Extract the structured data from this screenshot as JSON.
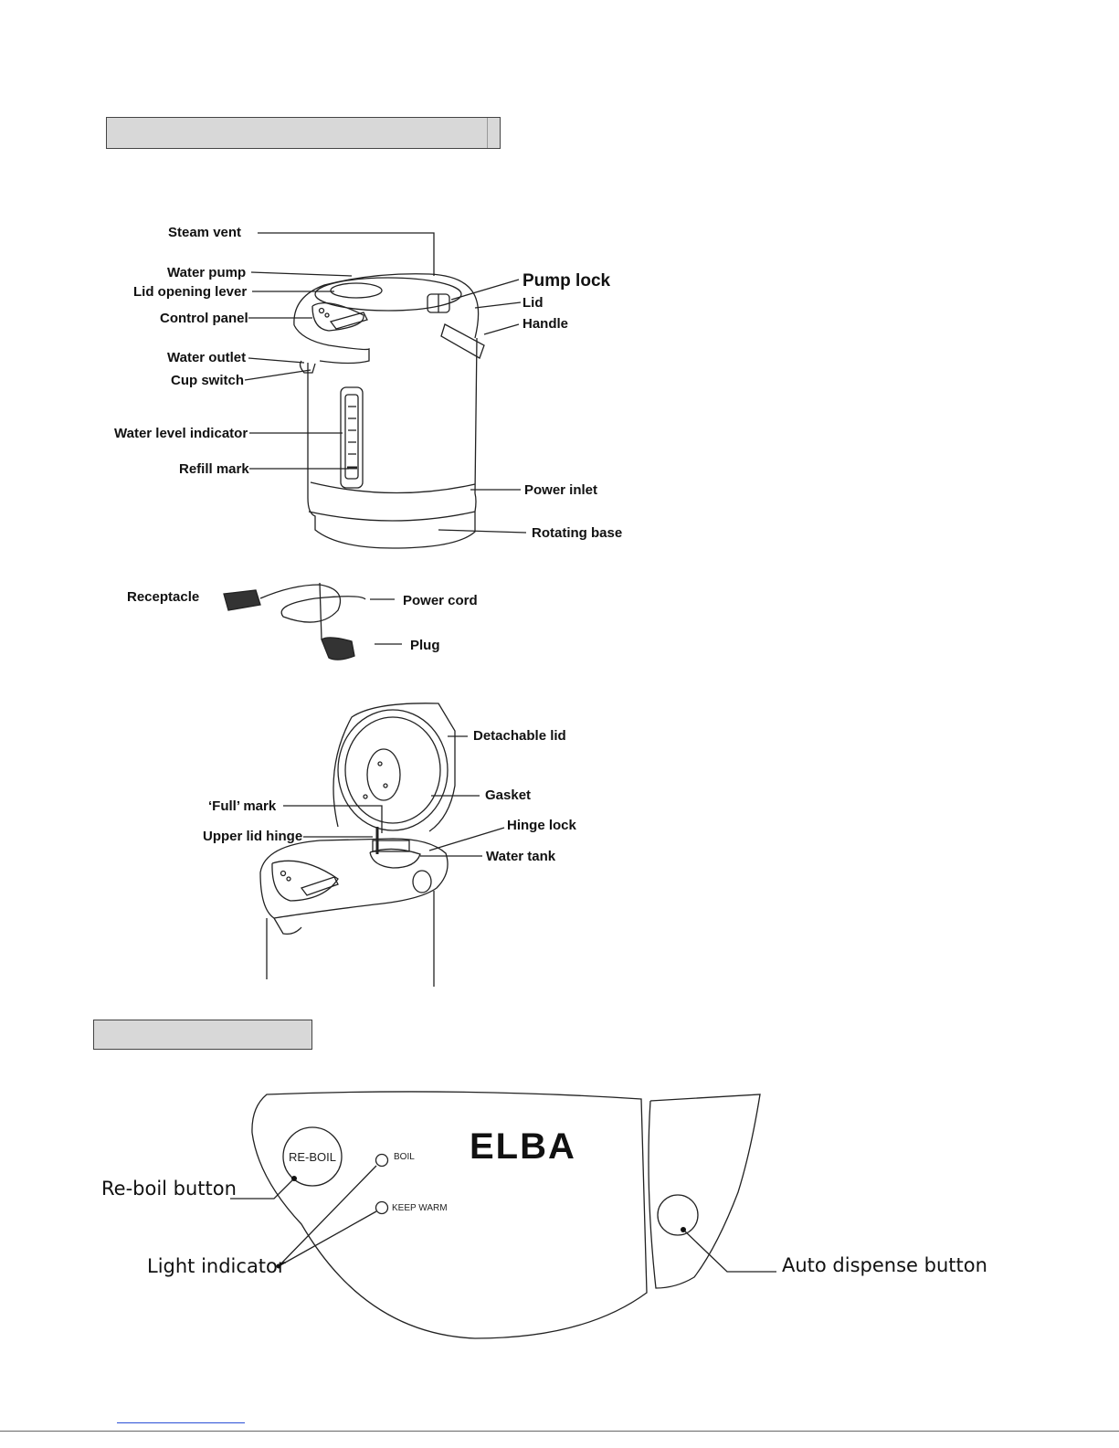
{
  "pot_labels": {
    "steam_vent": "Steam vent",
    "water_pump": "Water pump",
    "lid_opening_lever": "Lid opening lever",
    "control_panel": "Control panel",
    "water_outlet": "Water outlet",
    "cup_switch": "Cup switch",
    "water_level_indicator": "Water level indicator",
    "refill_mark": "Refill mark",
    "pump_lock": "Pump lock",
    "lid": "Lid",
    "handle": "Handle",
    "power_inlet": "Power inlet",
    "rotating_base": "Rotating base"
  },
  "cord_labels": {
    "receptacle": "Receptacle",
    "power_cord": "Power cord",
    "plug": "Plug"
  },
  "lid_labels": {
    "detachable_lid": "Detachable lid",
    "gasket": "Gasket",
    "full_mark": "‘Full’ mark",
    "upper_lid_hinge": "Upper lid hinge",
    "hinge_lock": "Hinge lock",
    "water_tank": "Water tank"
  },
  "panel": {
    "reboil_button_text": "RE-BOIL",
    "boil_indicator": "BOIL",
    "keep_warm_indicator": "KEEP WARM",
    "brand": "ELBA",
    "reboil_label": "Re-boil button",
    "light_label": "Light indicator",
    "auto_dispense_label": "Auto dispense button"
  },
  "colors": {
    "section_bar": "#d8d8d8",
    "line": "#222222",
    "link": "#2a4fd6"
  }
}
